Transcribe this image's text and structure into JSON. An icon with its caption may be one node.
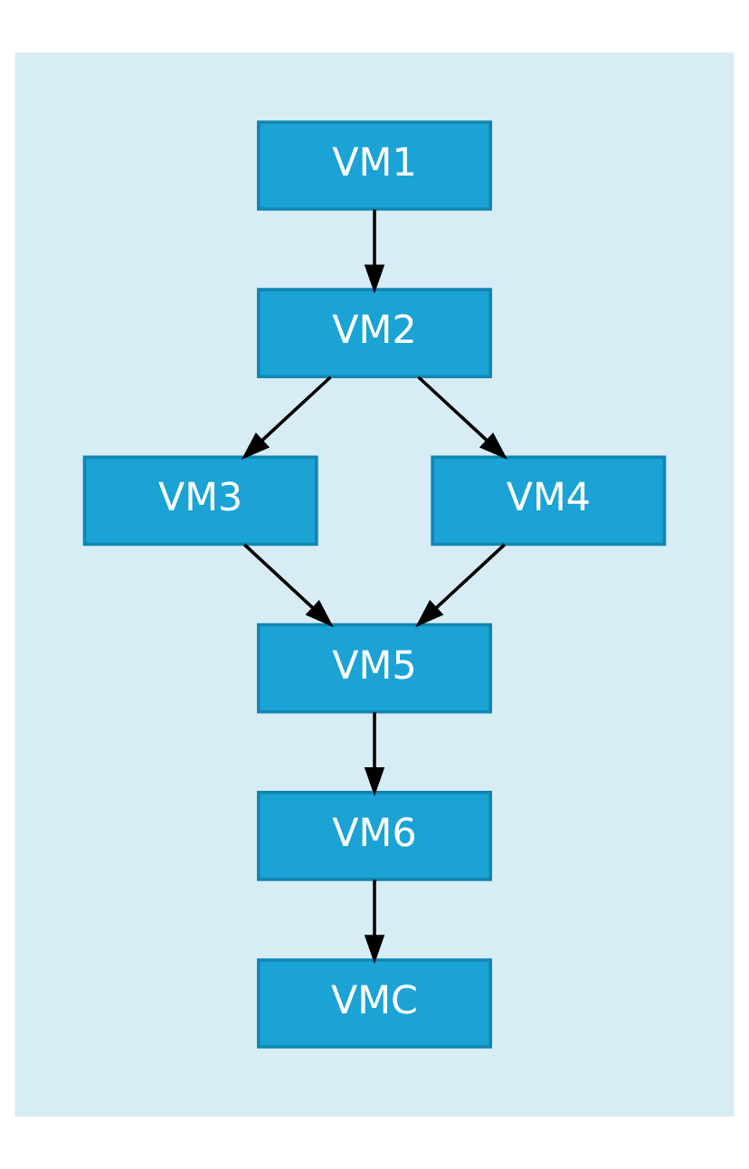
{
  "diagram": {
    "nodes": [
      {
        "text": [
          "VM1"
        ]
      },
      {
        "text": [
          "VM2"
        ]
      },
      {
        "text": [
          "VM3"
        ]
      },
      {
        "text": [
          "VM4"
        ]
      },
      {
        "text": [
          "VM5"
        ]
      },
      {
        "text": [
          "VM6"
        ]
      },
      {
        "text": [
          "VMC"
        ]
      }
    ],
    "edges": [
      {
        "from": 0,
        "to": 1,
        "arrow": "to"
      },
      {
        "from": 1,
        "to": 2,
        "arrow": "to"
      },
      {
        "from": 1,
        "to": 3,
        "arrow": "to"
      },
      {
        "from": 2,
        "to": 4,
        "arrow": "to"
      },
      {
        "from": 3,
        "to": 4,
        "arrow": "to"
      },
      {
        "from": 4,
        "to": 5,
        "arrow": "to"
      },
      {
        "from": 5,
        "to": 6,
        "arrow": "to"
      }
    ]
  }
}
